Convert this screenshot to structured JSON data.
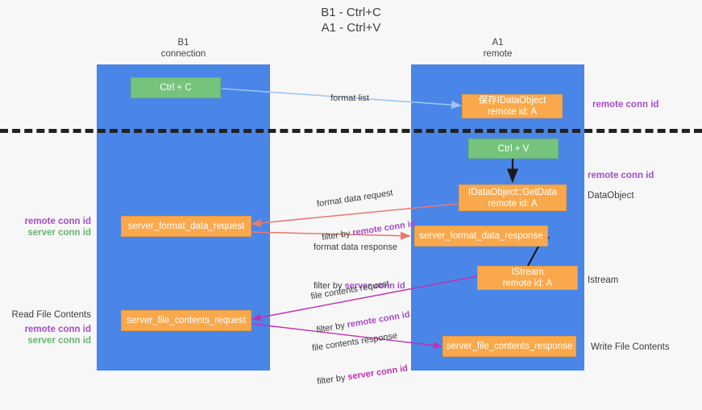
{
  "title": {
    "line1": "B1 - Ctrl+C",
    "line2": "A1 - Ctrl+V"
  },
  "lanes": [
    {
      "id": "b1",
      "name": "B1",
      "role": "connection"
    },
    {
      "id": "a1",
      "name": "A1",
      "role": "remote"
    }
  ],
  "nodes": {
    "ctrl_c": {
      "line1": "Ctrl + C",
      "line2": "",
      "color": "#76c47c"
    },
    "save_idataobject": {
      "line1": "保存IDataObject",
      "line2": "remote id: A",
      "color": "#f9a94c"
    },
    "ctrl_v": {
      "line1": "Ctrl + V",
      "line2": "",
      "color": "#76c47c"
    },
    "getdata": {
      "line1": "IDataObject::GetData",
      "line2": "remote id: A",
      "color": "#f9a94c"
    },
    "server_format_data_request": {
      "line1": "server_format_data_request",
      "line2": "",
      "color": "#f9a94c"
    },
    "server_format_data_response": {
      "line1": "server_format_data_response",
      "line2": "",
      "color": "#f9a94c"
    },
    "istream": {
      "line1": "IStream",
      "line2": "remote id: A",
      "color": "#f9a94c"
    },
    "server_file_contents_request": {
      "line1": "server_file_contents_request",
      "line2": "",
      "color": "#f9a94c"
    },
    "server_file_contents_response": {
      "line1": "server_file_contents_response",
      "line2": "",
      "color": "#f9a94c"
    }
  },
  "edge_labels": {
    "format_list": {
      "text": "format list"
    },
    "format_data_request": {
      "line1": "format data request",
      "line2_prefix": "filter by ",
      "line2_highlight": "remote conn id"
    },
    "format_data_response": {
      "line1": "format data response",
      "line2_prefix": "filter by ",
      "line2_highlight": "server conn id"
    },
    "file_contents_request": {
      "line1": "file contents request",
      "line2_prefix": "filter by ",
      "line2_highlight": "remote conn id"
    },
    "file_contents_response": {
      "line1": "file contents response",
      "line2_prefix": "filter by ",
      "line2_highlight": "server conn id"
    }
  },
  "side_labels": {
    "right_remote_conn_id_top": "remote conn id",
    "right_remote_conn_id_mid": "remote conn id",
    "right_dataobject": "DataObject",
    "right_istream": "Istream",
    "right_write_file_contents": "Write File Contents",
    "left_remote_conn_id_mid": "remote conn id",
    "left_server_conn_id_mid": "server conn id",
    "left_read_file_contents": "Read File Contents",
    "left_remote_conn_id_bottom": "remote conn id",
    "left_server_conn_id_bottom": "server conn id"
  },
  "colors": {
    "lane": "#4a86e8",
    "node_orange": "#f9a94c",
    "node_green": "#76c47c",
    "arrow_light_blue": "#9fc5f0",
    "arrow_red": "#e8786f",
    "arrow_magenta": "#c12fb0",
    "arrow_black": "#1a1a1a",
    "purple_text": "#a64ccb",
    "green_text": "#69b46f",
    "separator": "#222222",
    "background": "#f7f7f7"
  }
}
